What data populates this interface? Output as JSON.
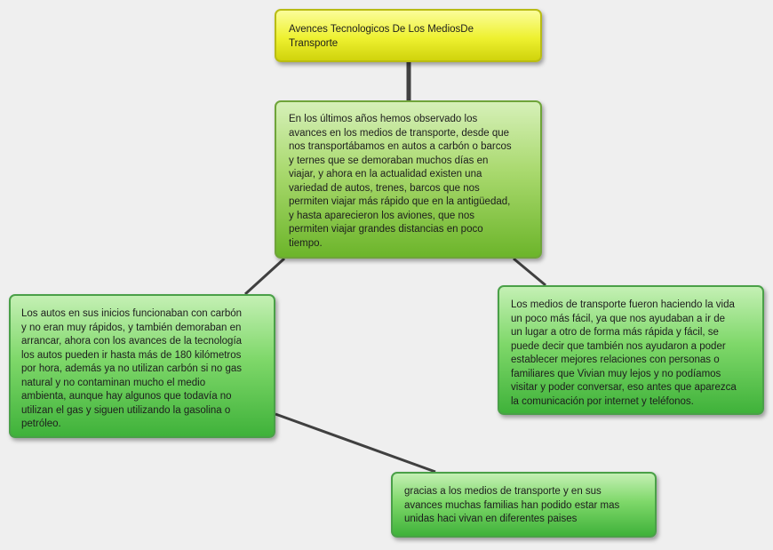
{
  "nodes": {
    "title": "Avences Tecnologicos De Los MediosDe\nTransporte",
    "main": "En los últimos años hemos observado los\navances en los medios de transporte, desde que\nnos transportábamos en autos a carbón o barcos\ny ternes que se demoraban muchos días en\nviajar, y ahora en la actualidad existen una\nvariedad de autos, trenes, barcos que nos\npermiten viajar más rápido que en la antigüedad,\ny hasta aparecieron los aviones, que nos\npermiten viajar grandes distancias en poco\ntiempo.",
    "left": "Los autos en sus inicios funcionaban con carbón\ny no eran muy rápidos, y también demoraban en\narrancar, ahora con los avances de la tecnología\nlos autos pueden ir hasta más de 180 kilómetros\npor hora, además ya no utilizan carbón si no gas\nnatural y no contaminan mucho el medio\nambienta, aunque hay algunos que todavía no\nutilizan el gas y siguen utilizando la gasolina o\npetróleo.",
    "right": "Los medios de transporte fueron haciendo la vida\nun poco más fácil, ya que nos ayudaban a ir de\nun lugar a otro de forma más rápida y fácil, se\npuede decir que también nos ayudaron a poder\nestablecer mejores relaciones con personas o\nfamiliares que Vivian muy lejos y no podíamos\nvisitar y poder conversar, eso antes que aparezca\nla comunicación por internet y teléfonos.",
    "bottom": "gracias a los medios de transporte y en sus\navances muchas familias han podido estar mas\nunidas haci vivan en diferentes paises"
  },
  "colors": {
    "connector": "#404040",
    "title_fill": "#eef130",
    "node_fill_light_green": "#a9d96e",
    "node_fill_green": "#7fd86a",
    "background": "#efefef"
  }
}
